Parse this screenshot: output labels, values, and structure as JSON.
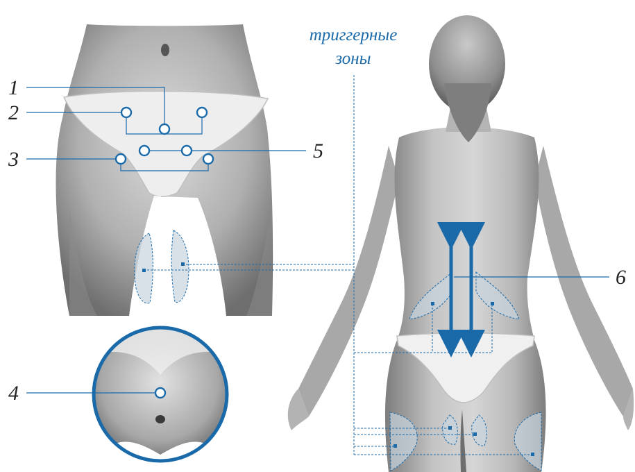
{
  "title": {
    "line1": "триггерные",
    "line2": "зоны"
  },
  "markers": [
    "1",
    "2",
    "3",
    "4",
    "5",
    "6"
  ],
  "colors": {
    "accent": "#1a6aaa",
    "skin_light": "#d4d4d4",
    "skin_mid": "#a3a3a3",
    "skin_dark": "#6e6e6e",
    "trigger_fill": "#c7d4de",
    "label_text": "#222222"
  },
  "icons": [
    "point-circle-icon",
    "trigger-zone-icon",
    "double-arrow-icon",
    "detail-magnifier-icon"
  ]
}
